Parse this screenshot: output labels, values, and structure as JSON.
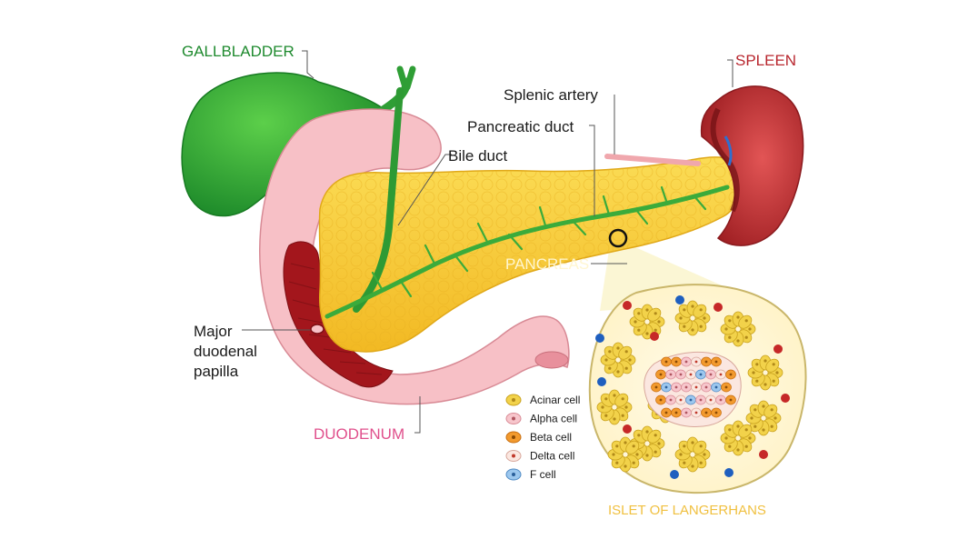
{
  "labels": {
    "gallbladder": "GALLBLADDER",
    "spleen": "SPLEEN",
    "splenic_artery": "Splenic artery",
    "pancreatic_duct": "Pancreatic duct",
    "bile_duct": "Bile duct",
    "pancreas": "PANCREAS",
    "papilla_line1": "Major",
    "papilla_line2": "duodenal",
    "papilla_line3": "papilla",
    "duodenum": "DUODENUM",
    "islet": "ISLET OF LANGERHANS"
  },
  "legend": [
    {
      "label": "Acinar  cell",
      "fill": "#f2d24a",
      "stroke": "#c9a21e",
      "dot": "#b0891a"
    },
    {
      "label": "Alpha cell",
      "fill": "#f7c6cc",
      "stroke": "#d98a95",
      "dot": "#b05560"
    },
    {
      "label": "Beta cell",
      "fill": "#f29a2e",
      "stroke": "#c86e10",
      "dot": "#8a4a05"
    },
    {
      "label": "Delta cell",
      "fill": "#fbe7e0",
      "stroke": "#d8a79b",
      "dot": "#c0392b"
    },
    {
      "label": "F cell",
      "fill": "#9cc7ee",
      "stroke": "#4f8ac4",
      "dot": "#2a5f9a"
    }
  ],
  "colors": {
    "gallbladder_label": "#1e8a2e",
    "spleen_label": "#b8262e",
    "duodenum_label": "#e0508c",
    "pancreas_label": "#fff6d0",
    "islet_label": "#f0c040",
    "pancreas": "#f7cf3c",
    "duct": "#3bab3b",
    "duodenum": "#f7c0c6",
    "spleen": "#c62828"
  }
}
